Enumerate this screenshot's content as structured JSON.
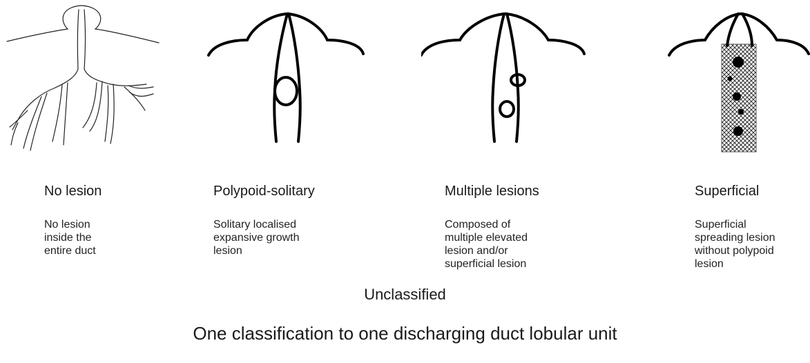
{
  "columns": [
    {
      "title": "No lesion",
      "description": "No lesion\ninside the\nentire duct"
    },
    {
      "title": "Polypoid-solitary",
      "description": "Solitary localised\nexpansive growth\nlesion"
    },
    {
      "title": "Multiple lesions",
      "description": "Composed of\nmultiple elevated\nlesion and/or\nsuperficial lesion"
    },
    {
      "title": "Superficial",
      "description": "Superficial\nspreading lesion\nwithout polypoid\nlesion"
    }
  ],
  "unclassified_label": "Unclassified",
  "footer_text": "One classification to one discharging duct lobular unit"
}
